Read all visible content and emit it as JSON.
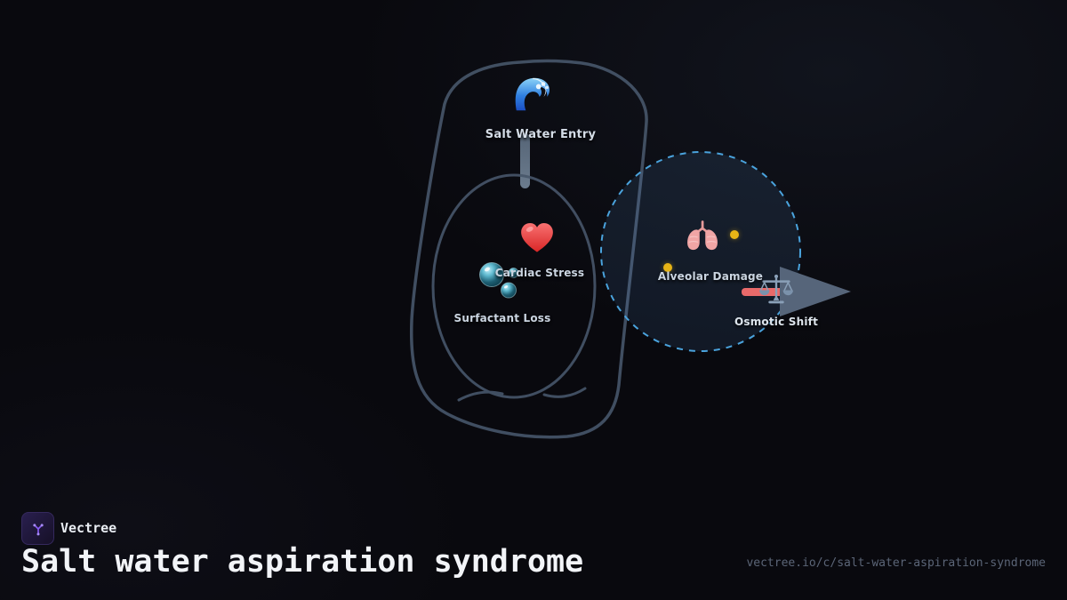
{
  "diagram": {
    "title_hint": "Salt water aspiration syndrome pathway",
    "nodes": [
      {
        "id": "salt-water-entry",
        "label": "Salt Water Entry",
        "icon": "wave-icon"
      },
      {
        "id": "cardiac-stress",
        "label": "Cardiac Stress",
        "icon": "heart-icon"
      },
      {
        "id": "surfactant-loss",
        "label": "Surfactant Loss",
        "icon": "bubbles-icon"
      },
      {
        "id": "alveolar-damage",
        "label": "Alveolar Damage",
        "icon": "lungs-icon"
      },
      {
        "id": "osmotic-shift",
        "label": "Osmotic Shift",
        "icon": "balance-scale-icon"
      }
    ],
    "colors": {
      "body_outline": "#47566a",
      "focus_ring": "#4aa3dd",
      "focus_fill": "rgba(90,150,210,0.12)",
      "trachea": "#5e6d7f",
      "flow_bar": "#e96a6a",
      "flow_arrow": "#56657a",
      "highlight_dot": "#e7b416",
      "label_text": "#cbd5e1"
    }
  },
  "footer": {
    "brand": "Vectree",
    "title": "Salt water aspiration syndrome",
    "url": "vectree.io/c/salt-water-aspiration-syndrome",
    "accent": "#8b5cf6"
  }
}
